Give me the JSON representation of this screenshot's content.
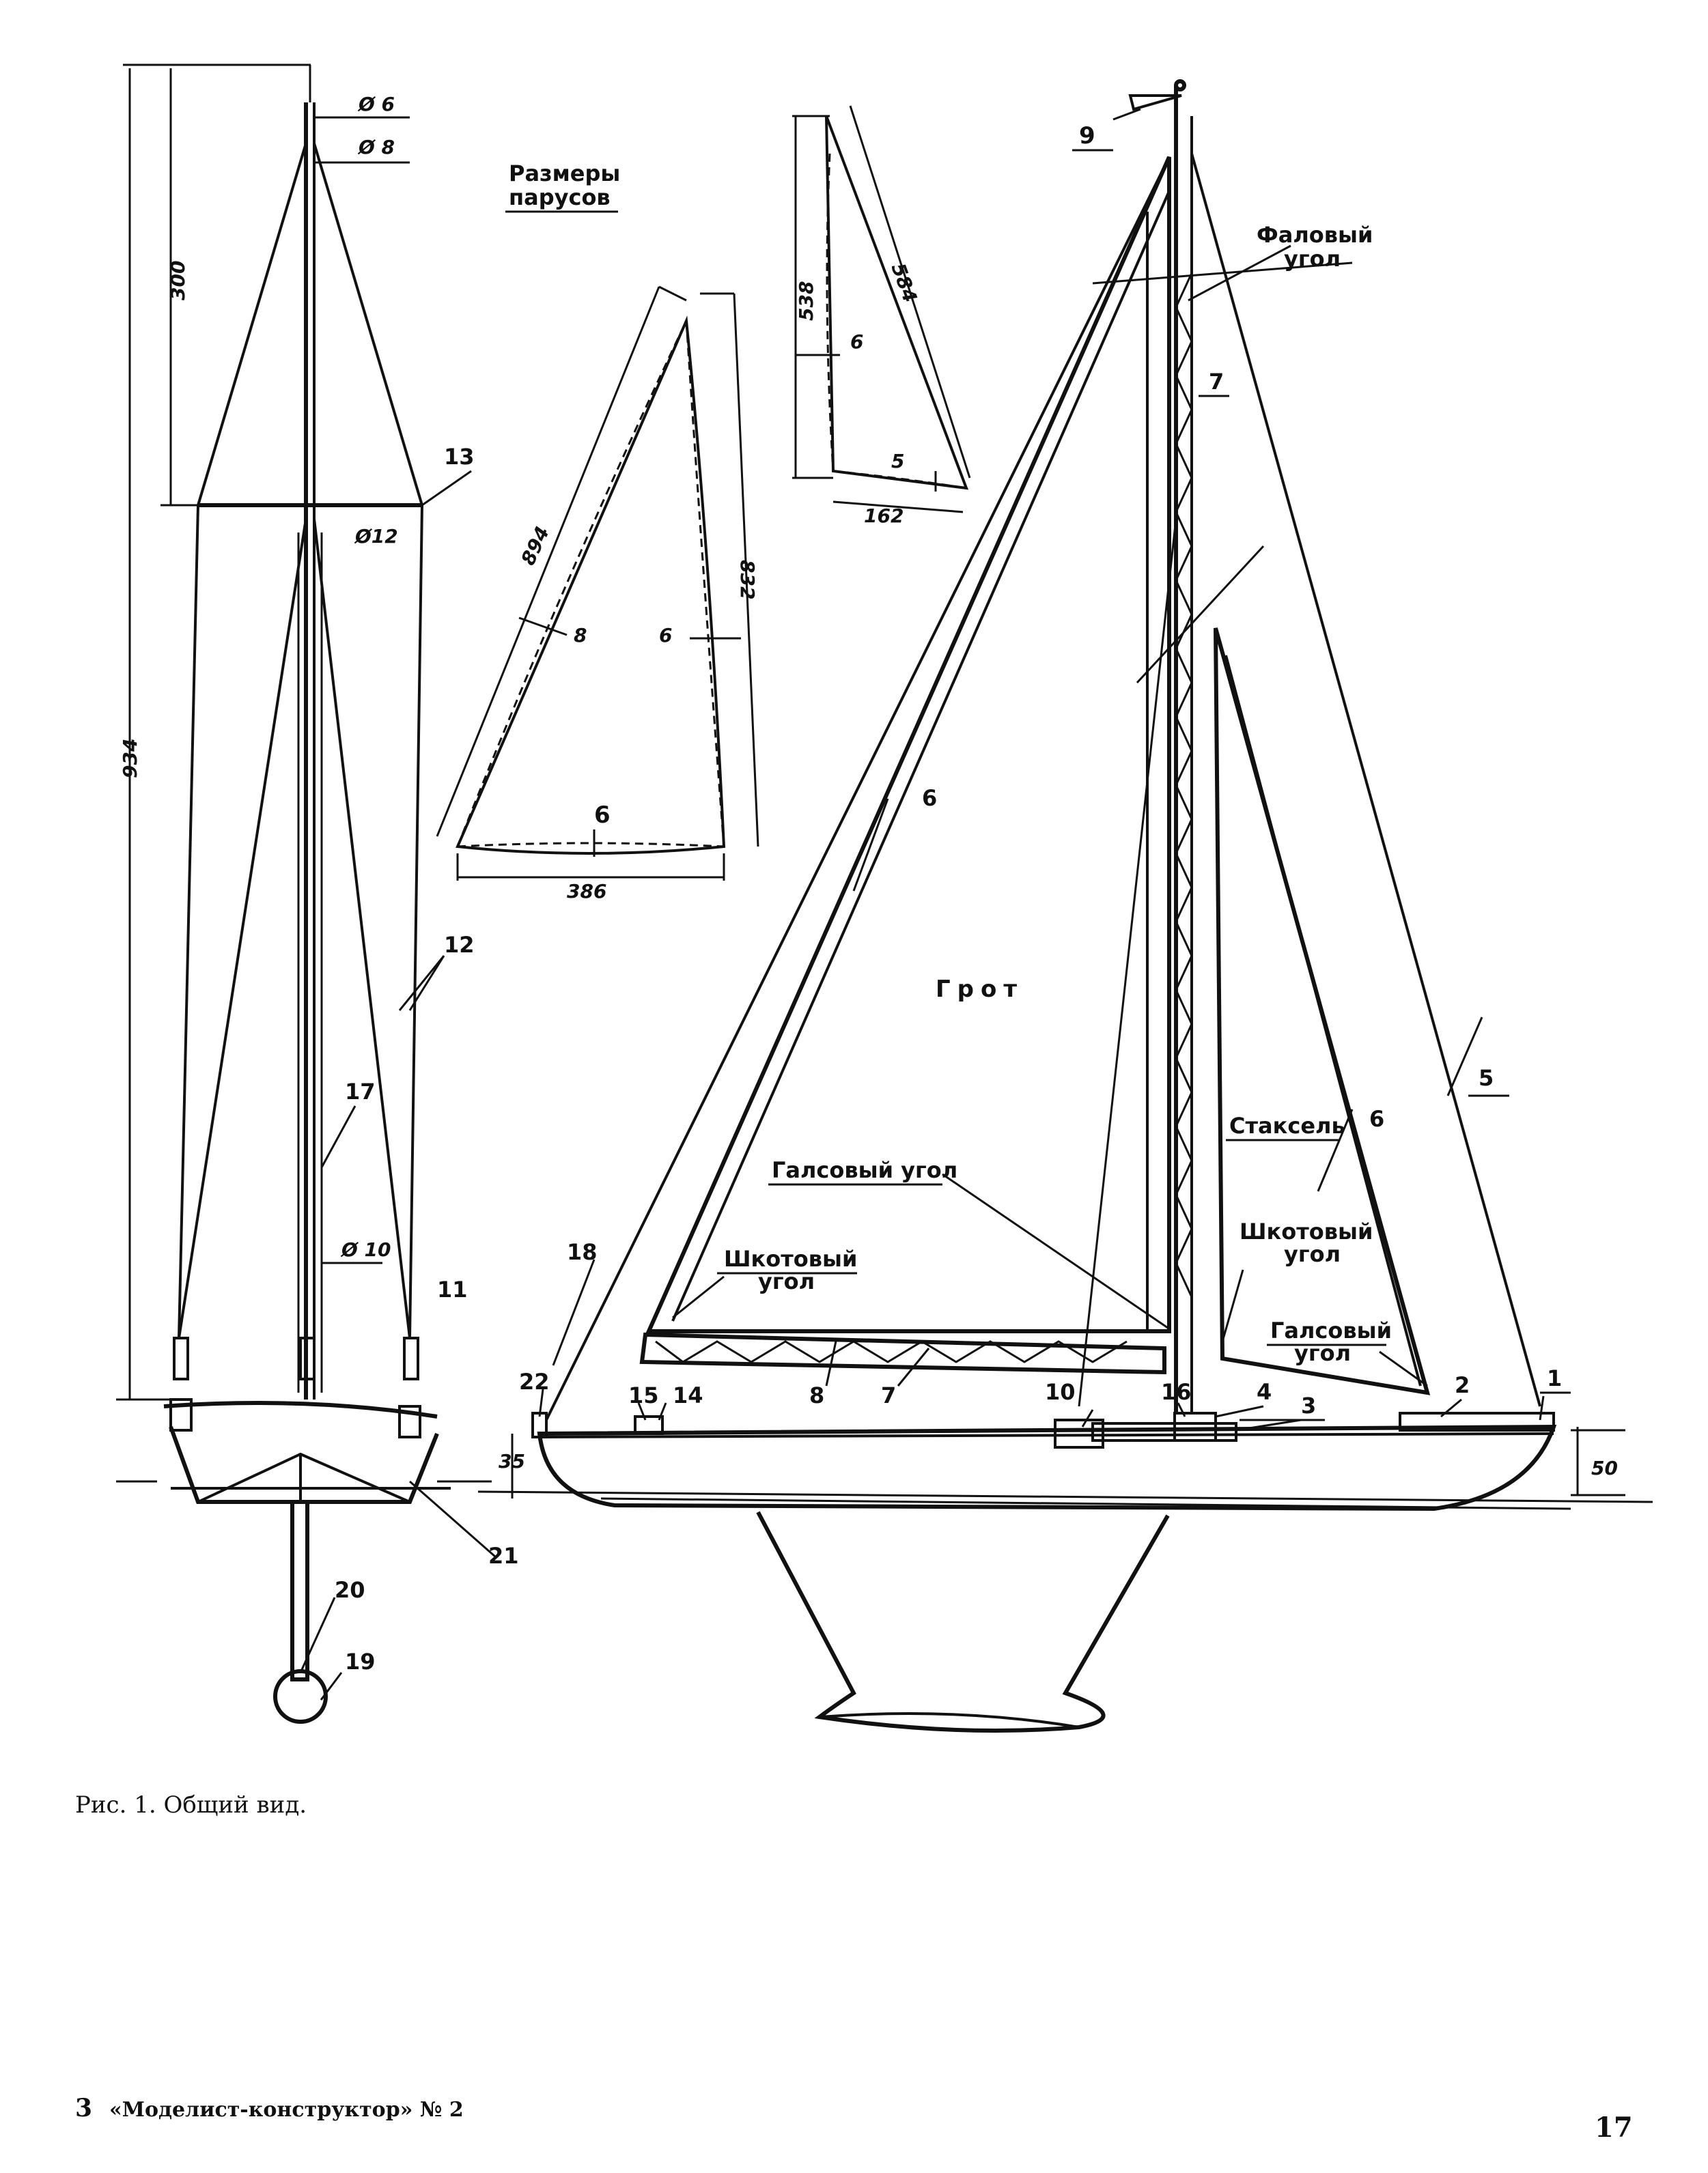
{
  "labels": {
    "sail_sizes_l1": "Размеры",
    "sail_sizes_l2": "парусов",
    "halyard_corner_l1": "Фаловый",
    "halyard_corner_l2": "угол",
    "mainsail": "Грот",
    "staysail": "Стаксель",
    "tack_corner_main": "Галсовый угол",
    "sheet_corner_main_l1": "Шкотовый",
    "sheet_corner_main_l2": "угол",
    "sheet_corner_jib_l1": "Шкотовый",
    "sheet_corner_jib_l2": "угол",
    "tack_corner_jib_l1": "Галсовый",
    "tack_corner_jib_l2": "угол"
  },
  "numbers": {
    "n1": "1",
    "n2": "2",
    "n3": "3",
    "n4": "4",
    "n5": "5",
    "n6a": "6",
    "n6b": "6",
    "n7a": "7",
    "n7b": "7",
    "n8": "8",
    "n9": "9",
    "n10": "10",
    "n11": "11",
    "n12": "12",
    "n13": "13",
    "n14": "14",
    "n15": "15",
    "n16": "16",
    "n17": "17",
    "n18": "18",
    "n19": "19",
    "n20": "20",
    "n21": "21",
    "n22": "22"
  },
  "dimensions": {
    "d6": "Ø 6",
    "d8": "Ø 8",
    "d12": "Ø12",
    "d10": "Ø 10",
    "h300": "300",
    "h934": "934",
    "main_luff": "894",
    "main_leech": "832",
    "main_foot": "386",
    "main_roach_luff": "8",
    "main_roach_leech": "6",
    "main_roach_foot": "6",
    "jib_luff": "538",
    "jib_leech": "584",
    "jib_foot": "162",
    "jib_roach_luff": "6",
    "jib_roach_foot": "5",
    "freeboard_stern": "35",
    "freeboard_bow": "50"
  },
  "caption": "Рис. 1. Общий вид.",
  "footer": {
    "left_num": "3",
    "journal": "«Моделист-конструктор» № 2",
    "page": "17"
  }
}
